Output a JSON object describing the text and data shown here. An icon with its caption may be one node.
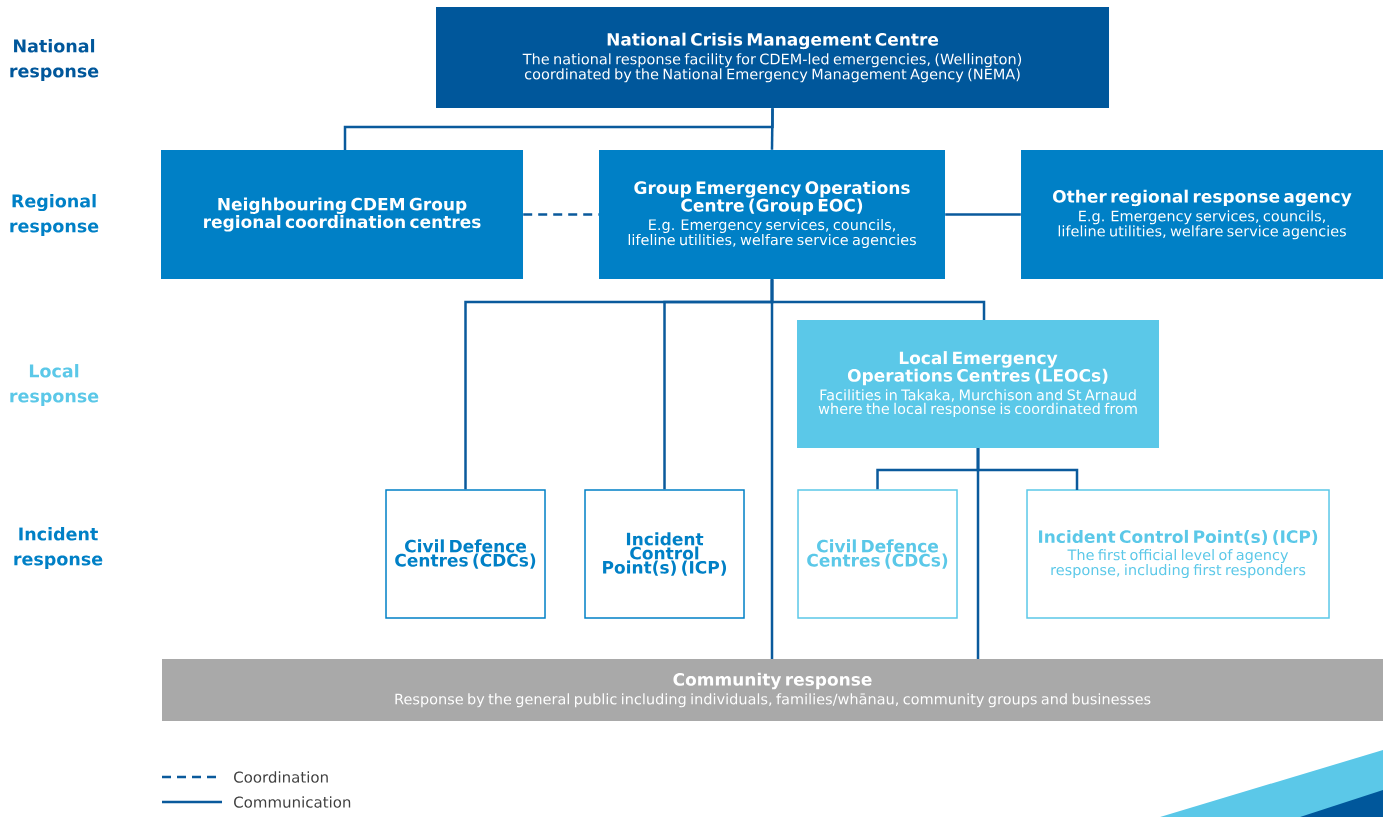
{
  "diagram": {
    "nodes": [
      {
        "text": [
          "National Crisis Management Centre",
          "The national response facility for CDEM-led emergencies, (Wellington) coordinated by the National Emergency Management Agency (NEMA)"
        ]
      },
      {
        "text": [
          "Neighbouring CDEM Group regional coordination centres"
        ]
      },
      {
        "text": [
          "Group Emergency Operations Centre (Group EOC)",
          "E.g. Emergency services, councils, lifeline utilities, welfare service agencies"
        ]
      },
      {
        "text": [
          "Other regional response agency",
          "E.g. Emergency services, councils, lifeline utilities, welfare service agencies"
        ]
      },
      {
        "text": [
          "Local Emergency Operations Centres (LEOCs)",
          "Facilities in Takaka, Murchison and St Arnaud where the local response is coordinated from"
        ]
      },
      {
        "text": [
          "Civil Defence Centres (CDCs)"
        ]
      },
      {
        "text": [
          "Incident Control Point(s) (ICP)"
        ]
      },
      {
        "text": [
          "Civil Defence Centres (CDCs)"
        ]
      },
      {
        "text": [
          "Incident Control Point(s) (ICP)",
          "The first official level of agency response, including first responders"
        ]
      },
      {
        "text": [
          "Community response",
          "Response by the general public including individuals, families/whānau, community groups and businesses"
        ]
      }
    ],
    "edges": [
      {
        "from": 0,
        "to": 1,
        "arrow": "none"
      },
      {
        "from": 0,
        "to": 2,
        "arrow": "none"
      },
      {
        "from": 1,
        "to": 2,
        "arrow": "none",
        "style": "dashed"
      },
      {
        "from": 2,
        "to": 3,
        "arrow": "none"
      },
      {
        "from": 2,
        "to": 5,
        "arrow": "none"
      },
      {
        "from": 2,
        "to": 6,
        "arrow": "none"
      },
      {
        "from": 2,
        "to": 9,
        "arrow": "none"
      },
      {
        "from": 2,
        "to": 4,
        "arrow": "none"
      },
      {
        "from": 4,
        "to": 7,
        "arrow": "none"
      },
      {
        "from": 4,
        "to": 8,
        "arrow": "none"
      },
      {
        "from": 4,
        "to": 9,
        "arrow": "none"
      }
    ],
    "labels": [
      "National response",
      "Regional response",
      "Local response",
      "Incident response"
    ],
    "legend": [
      {
        "text": "Coordination"
      },
      {
        "text": "Communication"
      }
    ]
  }
}
